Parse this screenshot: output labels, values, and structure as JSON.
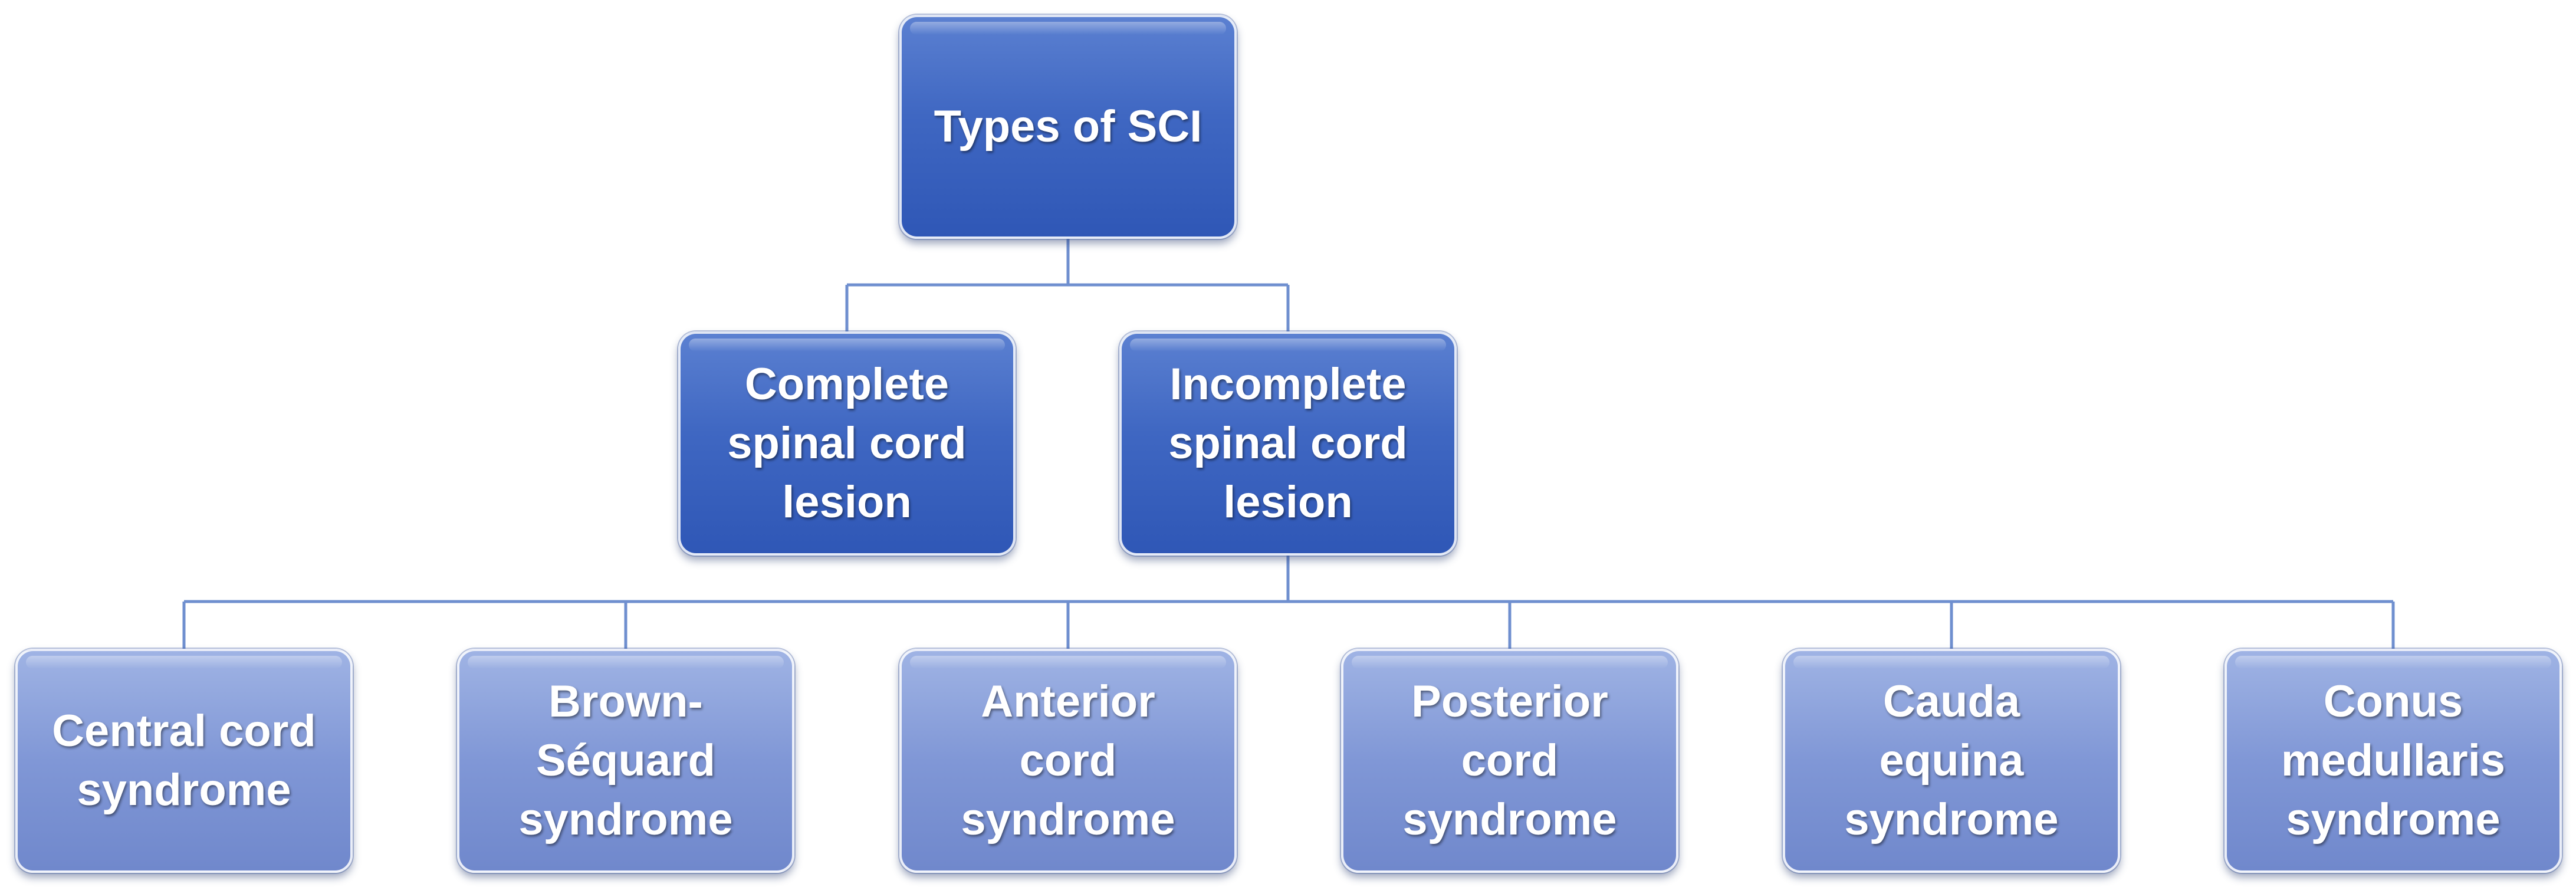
{
  "root": {
    "label": "Types of SCI"
  },
  "level1": [
    {
      "label": "Complete spinal cord lesion"
    },
    {
      "label": "Incomplete spinal cord lesion"
    }
  ],
  "leaves": [
    {
      "label": "Central cord syndrome"
    },
    {
      "label": "Brown-Séquard syndrome"
    },
    {
      "label": "Anterior cord syndrome"
    },
    {
      "label": "Posterior cord syndrome"
    },
    {
      "label": "Cauda equina syndrome"
    },
    {
      "label": "Conus medullaris syndrome"
    }
  ],
  "colors": {
    "dark_box": "#3f67c2",
    "light_box": "#8097d6",
    "connector": "#6f8fcf"
  }
}
